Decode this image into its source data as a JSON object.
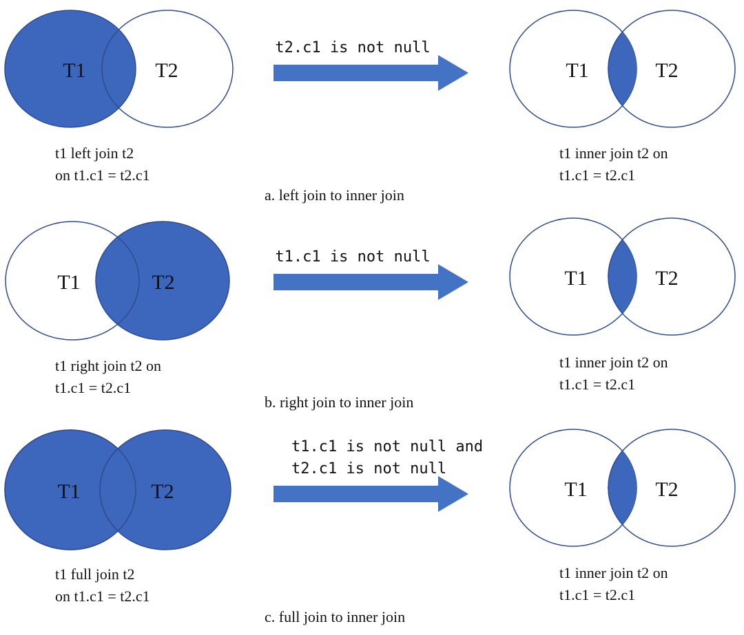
{
  "colors": {
    "fill": "#3d66bd",
    "outline": "#2f4c8f",
    "arrow": "#4472c4",
    "text": "#111111"
  },
  "rows": [
    {
      "left": {
        "a": "T1",
        "b": "T2",
        "highlight": "left"
      },
      "right": {
        "a": "T1",
        "b": "T2",
        "highlight": "intersection"
      },
      "arrow_lines": [
        "t2.c1 is not null"
      ],
      "left_caption": [
        "t1 left join t2",
        "on t1.c1 = t2.c1"
      ],
      "right_caption": [
        "t1 inner join t2 on",
        "t1.c1 = t2.c1"
      ],
      "title": "a. left join to inner join"
    },
    {
      "left": {
        "a": "T1",
        "b": "T2",
        "highlight": "right"
      },
      "right": {
        "a": "T1",
        "b": "T2",
        "highlight": "intersection"
      },
      "arrow_lines": [
        "t1.c1 is not null"
      ],
      "left_caption": [
        "t1 right join t2 on",
        "t1.c1 = t2.c1"
      ],
      "right_caption": [
        "t1 inner join t2 on",
        "t1.c1 = t2.c1"
      ],
      "title": "b. right join to inner join"
    },
    {
      "left": {
        "a": "T1",
        "b": "T2",
        "highlight": "full"
      },
      "right": {
        "a": "T1",
        "b": "T2",
        "highlight": "intersection"
      },
      "arrow_lines": [
        "t1.c1 is not null and",
        "t2.c1 is not null"
      ],
      "left_caption": [
        "t1 full join t2",
        "on t1.c1 = t2.c1"
      ],
      "right_caption": [
        "t1 inner join t2 on",
        "t1.c1 = t2.c1"
      ],
      "title": "c. full join to inner join"
    }
  ]
}
